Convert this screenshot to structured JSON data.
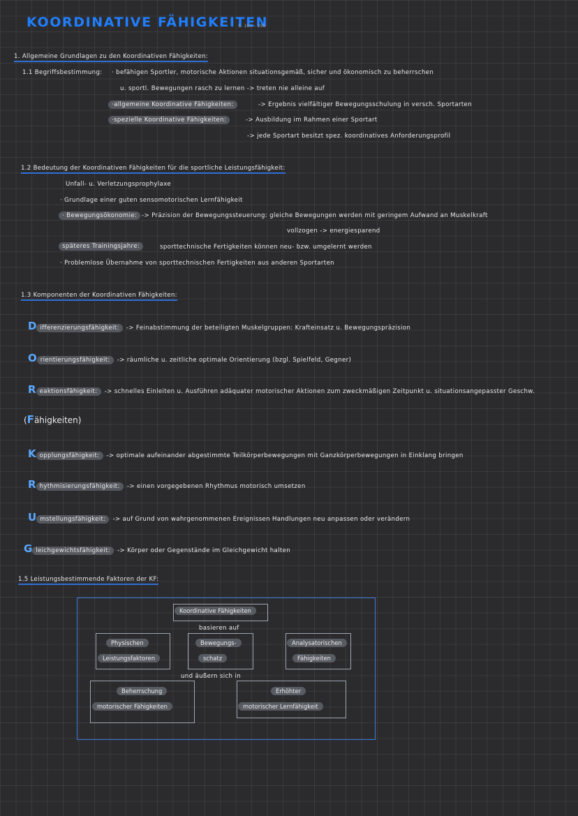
{
  "title": "KOORDINATIVE FÄHIGKEITEN",
  "page_ref": "S. 180 - 196",
  "s1": {
    "heading": "1. Allgemeine Grundlagen zu den Koordinativen Fähigkeiten:",
    "s11_label": "1.1 Begriffsbestimmung:",
    "s11_line1": "· befähigen Sportler, motorische Aktionen situationsgemäß, sicher und ökonomisch zu beherrschen",
    "s11_line2": "u. sportl. Bewegungen rasch zu lernen -> treten nie alleine auf",
    "s11_general_label": "·allgemeine Koordinative Fähigkeiten:",
    "s11_general_text": "-> Ergebnis vielfältiger Bewegungsschulung in versch. Sportarten",
    "s11_special_label": "·spezielle Koordinative Fähigkeiten:",
    "s11_special_text": "-> Ausbildung im Rahmen einer Sportart",
    "s11_special_text2": "-> jede Sportart besitzt spez. koordinatives Anforderungsprofil"
  },
  "s12": {
    "heading": "1.2 Bedeutung der Koordinativen Fähigkeiten für die sportliche Leistungsfähigkeit:",
    "item1": "Unfall- u. Verletzungsprophylaxe",
    "item2": "· Grundlage einer guten sensomotorischen Lernfähigkeit",
    "item3_label": "· Bewegungsökonomie:",
    "item3_text": "-> Präzision der Bewegungssteuerung: gleiche Bewegungen werden mit geringem Aufwand an Muskelkraft",
    "item3_text2": "vollzogen -> energiesparend",
    "item4_label": "späteres Trainingsjahre:",
    "item4_text": "sporttechnische Fertigkeiten können neu- bzw. umgelernt werden",
    "item5": "· Problemlose Übernahme von sporttechnischen Fertigkeiten aus anderen Sportarten"
  },
  "s13": {
    "heading": "1.3 Komponenten der Koordinativen Fähigkeiten:",
    "components": [
      {
        "initial": "D",
        "label": "ifferenzierungsfähigkeit:",
        "text": "-> Feinabstimmung der beteiligten Muskelgruppen: Krafteinsatz u. Bewegungspräzision"
      },
      {
        "initial": "O",
        "label": "rientierungsfähigkeit:",
        "text": "-> räumliche u. zeitliche optimale Orientierung (bzgl. Spielfeld, Gegner)"
      },
      {
        "initial": "R",
        "label": "eaktionsfähigkeit:",
        "text": "-> schnelles Einleiten u. Ausführen adäquater motorischer Aktionen zum zweckmäßigen Zeitpunkt u. situationsangepasster Geschw."
      },
      {
        "initial": "K",
        "label": "opplungsfähigkeit:",
        "text": "-> optimale aufeinander abgestimmte Teilkörperbewegungen mit Ganzkörperbewegungen in Einklang bringen"
      },
      {
        "initial": "R",
        "label": "hythmisierungsfähigkeit:",
        "text": "-> einen vorgegebenen Rhythmus motorisch umsetzen"
      },
      {
        "initial": "U",
        "label": "mstellungsfähigkeit:",
        "text": "-> auf Grund von wahrgenommenen Ereignissen Handlungen neu anpassen oder verändern"
      },
      {
        "initial": "G",
        "label": "leichgewichtsfähigkeit:",
        "text": "-> Körper oder Gegenstände im Gleichgewicht halten"
      }
    ],
    "fah_open": "(",
    "fah_initial": "F",
    "fah_rest": "ähigkeiten)"
  },
  "s15": {
    "heading": "1.5 Leistungsbestimmende Faktoren der KF:",
    "top_box": "Koordinative Fähigkeiten",
    "connector1": "basieren auf",
    "box_left_1": "Physischen",
    "box_left_2": "Leistungsfaktoren",
    "box_mid_1": "Bewegungs-",
    "box_mid_2": "schatz",
    "box_right_1": "Analysatorischen",
    "box_right_2": "Fähigkeiten",
    "connector2": "und äußern sich in",
    "box_bl_1": "Beherrschung",
    "box_bl_2": "motorischer Fähigkeiten",
    "box_br_1": "Erhöhter",
    "box_br_2": "motorischer Lernfähigkeit"
  }
}
